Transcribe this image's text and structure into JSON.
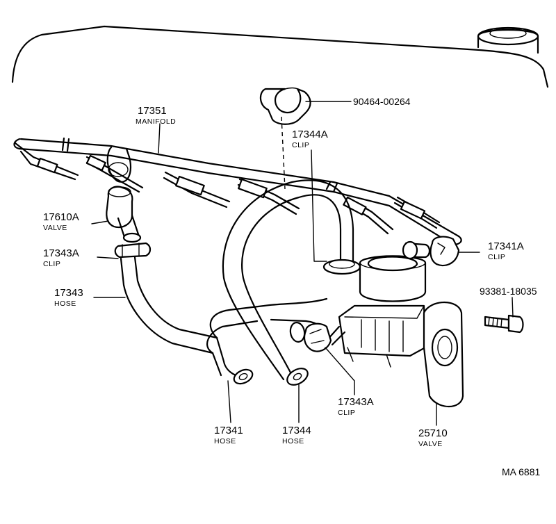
{
  "callouts": {
    "manifold": {
      "number": "17351",
      "name": "MANIFOLD"
    },
    "clip_top_code": "90464-00264",
    "clip_344a": {
      "number": "17344A",
      "name": "CLIP"
    },
    "valve_610a": {
      "number": "17610A",
      "name": "VALVE"
    },
    "clip_343a_left": {
      "number": "17343A",
      "name": "CLIP"
    },
    "hose_343": {
      "number": "17343",
      "name": "HOSE"
    },
    "clip_341a": {
      "number": "17341A",
      "name": "CLIP"
    },
    "bolt_code": "93381-18035",
    "hose_341": {
      "number": "17341",
      "name": "HOSE"
    },
    "hose_344": {
      "number": "17344",
      "name": "HOSE"
    },
    "clip_343a_bottom": {
      "number": "17343A",
      "name": "CLIP"
    },
    "valve_710": {
      "number": "25710",
      "name": "VALVE"
    }
  },
  "figure_code": "MA  6881"
}
